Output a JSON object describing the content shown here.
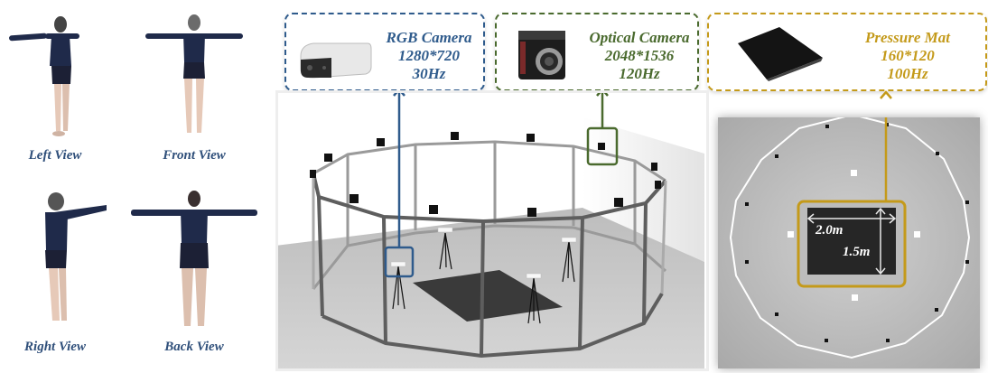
{
  "avatar_views": [
    {
      "label": "Left View"
    },
    {
      "label": "Front View"
    },
    {
      "label": "Right View"
    },
    {
      "label": "Back View"
    }
  ],
  "devices": [
    {
      "name": "RGB Camera",
      "resolution": "1280*720",
      "rate": "30Hz",
      "color": "#2f5b8c",
      "icon": "rgb-camera-icon"
    },
    {
      "name": "Optical Camera",
      "resolution": "2048*1536",
      "rate": "120Hz",
      "color": "#4a6a2e",
      "icon": "optical-camera-icon"
    },
    {
      "name": "Pressure Mat",
      "resolution": "160*120",
      "rate": "100Hz",
      "color": "#c49a1a",
      "icon": "pressure-mat-icon"
    }
  ],
  "top_view": {
    "mat_width": "2.0m",
    "mat_height": "1.5m"
  },
  "colors": {
    "view_label": "#2f4f7a",
    "rgb": "#2f5b8c",
    "optical": "#4a6a2e",
    "pressure": "#c49a1a",
    "suit": "#1f2a4a"
  }
}
